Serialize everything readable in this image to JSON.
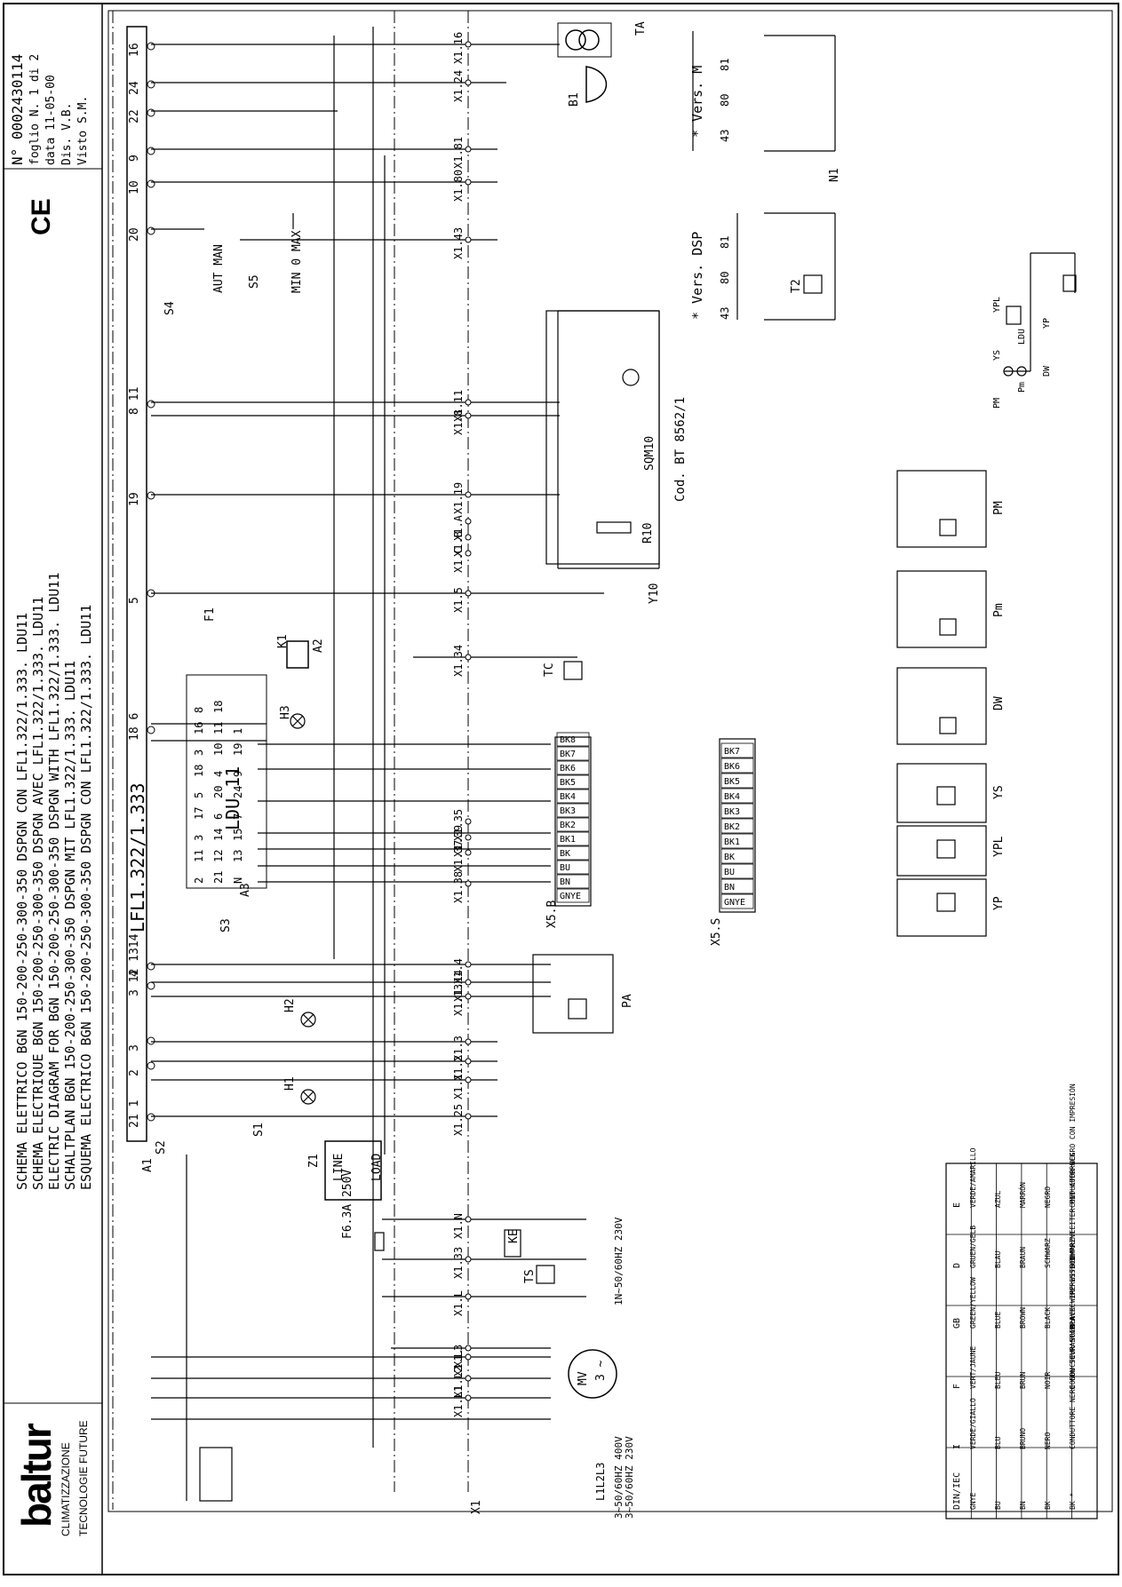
{
  "title_block": {
    "doc_no": "N° 0002430114",
    "sheet": "foglio N. 1 di 2",
    "date": "data 11-05-00",
    "drawn": "Dis. V.B.",
    "checked": "Visto S.M."
  },
  "brand": {
    "logo": "baltur",
    "tagline_1": "CLIMATIZZAZIONE",
    "tagline_2": "TECNOLOGIE FUTURE"
  },
  "ce_mark": "CE",
  "headers": [
    "SCHEMA ELETTRICO BGN 150-200-250-300-350 DSPGN CON LFL1.322/1.333. LDU11",
    "SCHEMA ELECTRIQUE BGN 150-200-250-300-350 DSPGN AVEC LFL1.322/1.333. LDU11",
    "ELECTRIC DIAGRAM FOR BGN 150-200-250-300-350 DSPGN WITH LFL1.322/1.333. LDU11",
    "SCHALTPLAN BGN 150-200-250-300-350 DSPGN MIT LFL1.322/1.333. LDU11",
    "ESQUEMA ELECTRICO BGN 150-200-250-300-350 DSPGN CON LFL1.322/1.333. LDU11"
  ],
  "controller_label": "LFL1.322/1.333",
  "ldu_label": "LDU 11",
  "a1_terminals": [
    "16",
    "24",
    "22",
    "9",
    "10",
    "20",
    "8 11",
    "19",
    "5",
    "18 6",
    "4",
    "3 12 1314",
    "3",
    "2",
    "21 1"
  ],
  "ldu_terminals": [
    "2",
    "21",
    "N",
    "11",
    "12",
    "13",
    "3",
    "14",
    "15",
    "17",
    "6",
    "7",
    "5",
    "20",
    "24",
    "18",
    "4",
    "9",
    "3",
    "10",
    "19",
    "16",
    "11",
    "1",
    "8",
    "18"
  ],
  "x1_terminals": [
    "X1.16",
    "X1.24",
    "X1.81",
    "X1.80",
    "X1.43",
    "X1.11",
    "X1.8",
    "X1.19",
    "X1.A",
    "X1.B",
    "X1.C",
    "X1.5",
    "X1.34",
    "X1.35",
    "X1.39",
    "X1.37",
    "X1.38",
    "X1.4",
    "X1.14",
    "X1.13",
    "X1.3",
    "X1.2",
    "X1.1",
    "X1.25",
    "X1.N",
    "X1.33",
    "X1.L",
    "X1.L3",
    "X1.L2",
    "X1.L1",
    "X1."
  ],
  "wire_labels": [
    "GNYE",
    "BN",
    "BU",
    "BK",
    "BK1",
    "BK2",
    "BK3",
    "BK4",
    "BK5",
    "BK6",
    "BK7",
    "BK8"
  ],
  "components": {
    "TA": "TA",
    "B1": "B1",
    "S4": "S4",
    "S5": "S5",
    "aut_man": "AUT MAN",
    "min_max": "MIN 0 MAX",
    "sqm10": "SQM10",
    "cod": "Cod. BT 8562/1",
    "r10": "R10",
    "y10": "Y10",
    "TC": "TC",
    "F1": "F1",
    "K1": "K1",
    "H1": "H1",
    "H2": "H2",
    "H3": "H3",
    "S1": "S1",
    "S2": "S2",
    "S3": "S3",
    "A1": "A1",
    "A2": "A2",
    "A3": "A3",
    "Z1": "Z1",
    "load": "LOAD",
    "line": "LINE",
    "fuse": "F6.3A 250V",
    "KE": "KE",
    "TS": "TS",
    "MV": "MV",
    "mv_phase": "3 ~",
    "X1": "X1",
    "X5S": "X5.S",
    "X5B": "X5.B",
    "PA": "PA",
    "PM": "PM",
    "Pm": "Pm",
    "DW": "DW",
    "YS": "YS",
    "YPL": "YPL",
    "YP": "YP",
    "N1": "N1",
    "T2": "T2"
  },
  "versions": {
    "vers_m": "* Vers. M",
    "vers_dsp": "* Vers. DSP",
    "terms": [
      "43",
      "80",
      "81"
    ]
  },
  "supply": {
    "three_phase_400": "3~50/60HZ 400V",
    "three_phase_230": "3~50/60HZ 230V",
    "single_phase": "1N~50/60HZ 230V",
    "lines": "L1L2L3"
  },
  "gas_train": [
    "PM",
    "Pm",
    "DW",
    "YS",
    "LDU",
    "YP",
    "YPL"
  ],
  "legend": {
    "header": [
      "DIN/IEC",
      "I",
      "F",
      "GB",
      "D",
      "E"
    ],
    "rows": [
      [
        "GNYE",
        "VERDE/GIALLO",
        "VERT/JAUNE",
        "GREEN/YELLOW",
        "GRUEN/GELB",
        "VERDE/AMARILLO"
      ],
      [
        "BU",
        "BLU",
        "BLEU",
        "BLUE",
        "BLAU",
        "AZUL"
      ],
      [
        "BN",
        "BRUNO",
        "BRUN",
        "BROWN",
        "BRAUN",
        "MARRÓN"
      ],
      [
        "BK",
        "NERO",
        "NOIR",
        "BLACK",
        "SCHWARZ",
        "NEGRO"
      ],
      [
        "BK *",
        "CONDUTTORE NERO CON SOVRASTAMPA",
        "CONDUCTEUR NOIR AVEC IMPRESSION",
        "BLACK WIRE WITH IMPRINT",
        "SCHWARZ LEITER MIT AUFDRUCK",
        "CONDUCTOR NEGRO CON IMPRESIÓN"
      ]
    ]
  }
}
